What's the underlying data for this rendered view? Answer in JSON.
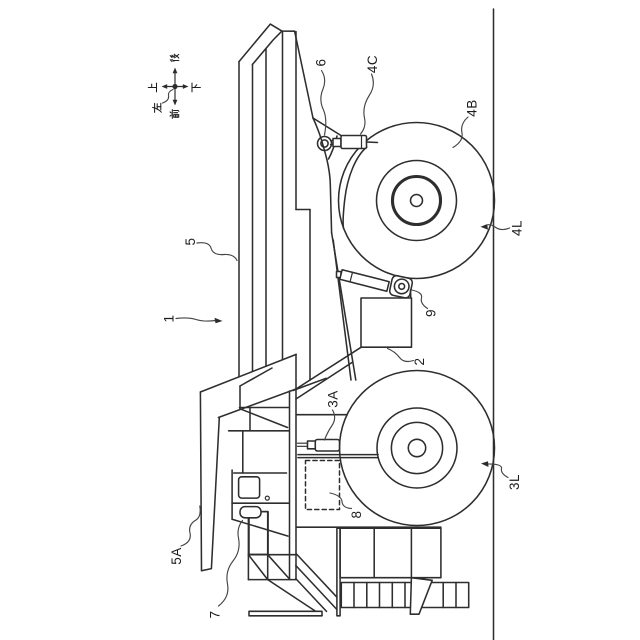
{
  "figure": {
    "type": "patent-line-drawing",
    "subject": "dump-truck-side-view-rotated-90ccw",
    "background_color": "#ffffff",
    "line_color": "#272727"
  },
  "compass": {
    "top": "後",
    "right": "下",
    "bottom": "前",
    "left": "上",
    "center": "左"
  },
  "labels": {
    "l1": {
      "text": "1"
    },
    "l2": {
      "text": "2"
    },
    "l3a": {
      "text": "3A"
    },
    "l3l": {
      "text": "3L"
    },
    "l4b": {
      "text": "4B"
    },
    "l4c": {
      "text": "4C"
    },
    "l4l": {
      "text": "4L"
    },
    "l5": {
      "text": "5"
    },
    "l5a": {
      "text": "5A"
    },
    "l6": {
      "text": "6"
    },
    "l7": {
      "text": "7"
    },
    "l8": {
      "text": "8"
    },
    "l9": {
      "text": "9"
    }
  }
}
